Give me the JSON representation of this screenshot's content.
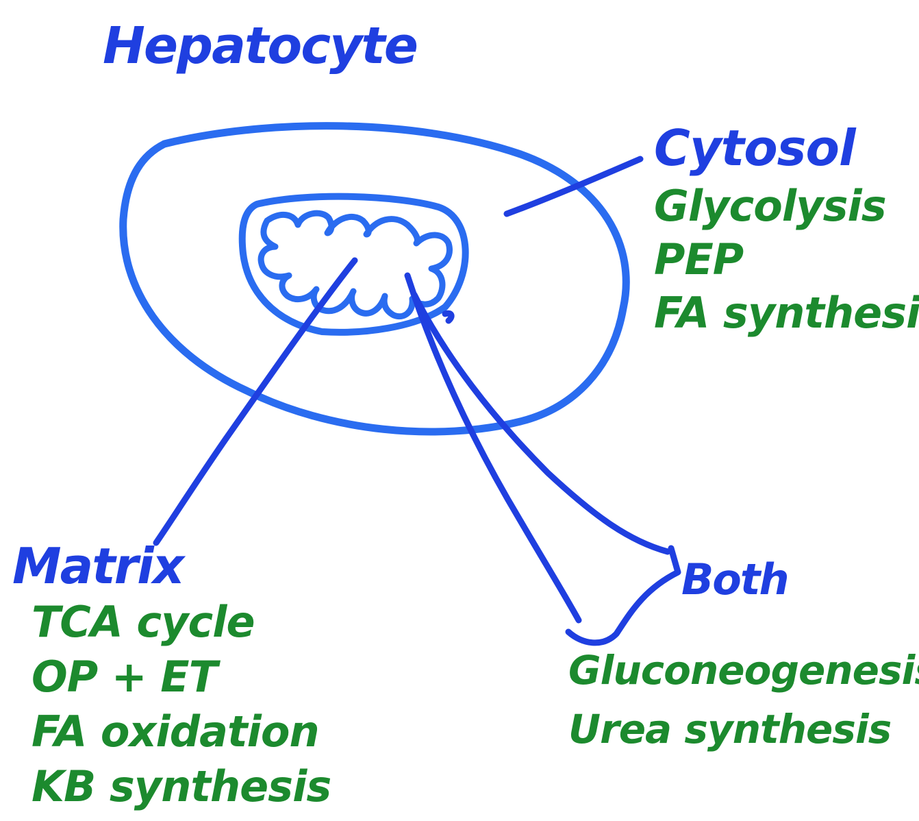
{
  "title": "Hepatocyte",
  "colors": {
    "ink_blue": "#1f3fe0",
    "ink_green": "#1c8a2e",
    "paper": "#ffffff"
  },
  "compartments": {
    "cytosol": {
      "heading": "Cytosol",
      "processes": [
        "Glycolysis",
        "PEP",
        "FA synthesis"
      ]
    },
    "matrix": {
      "heading": "Matrix",
      "processes": [
        "TCA cycle",
        "OP + ET",
        "FA oxidation",
        "KB synthesis"
      ]
    },
    "both": {
      "heading": "Both",
      "processes": [
        "Gluconeogenesis",
        "Urea synthesis"
      ]
    }
  }
}
